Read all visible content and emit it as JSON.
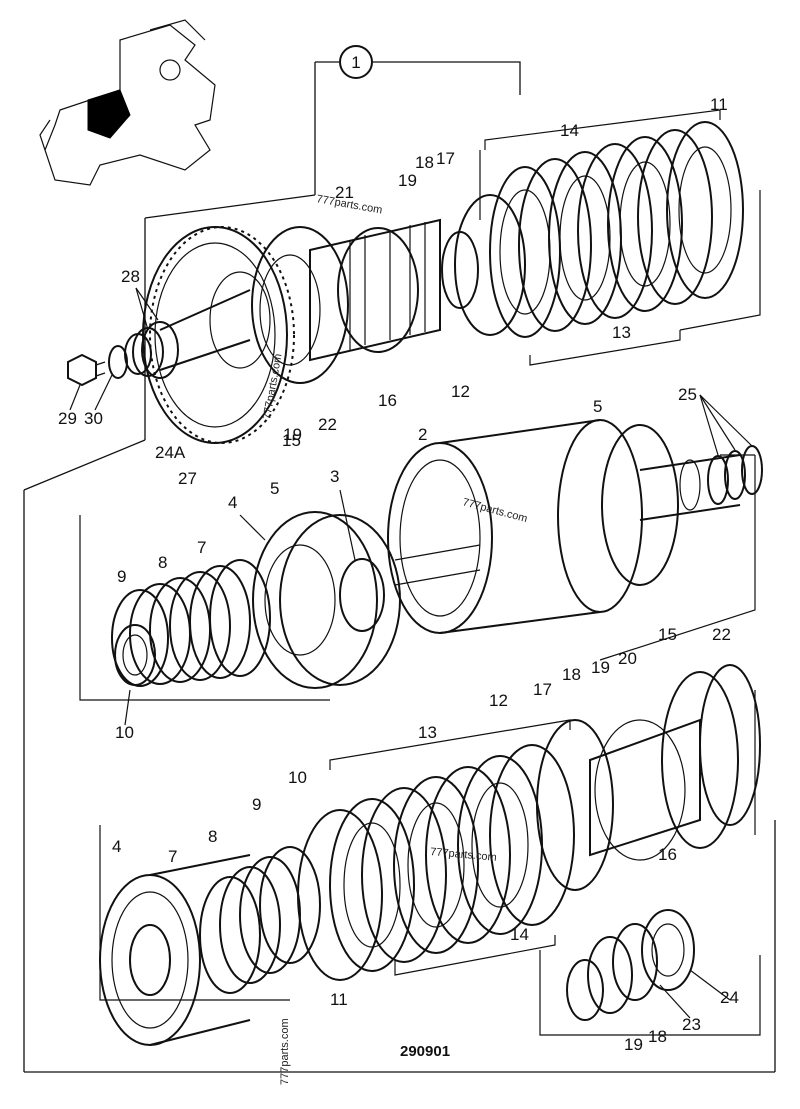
{
  "diagram": {
    "reference_number": "290901",
    "view_callout": "1",
    "watermark": "777parts.com",
    "part_labels": [
      "1",
      "2",
      "3",
      "4",
      "5",
      "7",
      "8",
      "9",
      "10",
      "11",
      "12",
      "13",
      "14",
      "15",
      "16",
      "17",
      "18",
      "19",
      "20",
      "21",
      "22",
      "23",
      "24",
      "24A",
      "25",
      "27",
      "28",
      "29",
      "30"
    ]
  }
}
